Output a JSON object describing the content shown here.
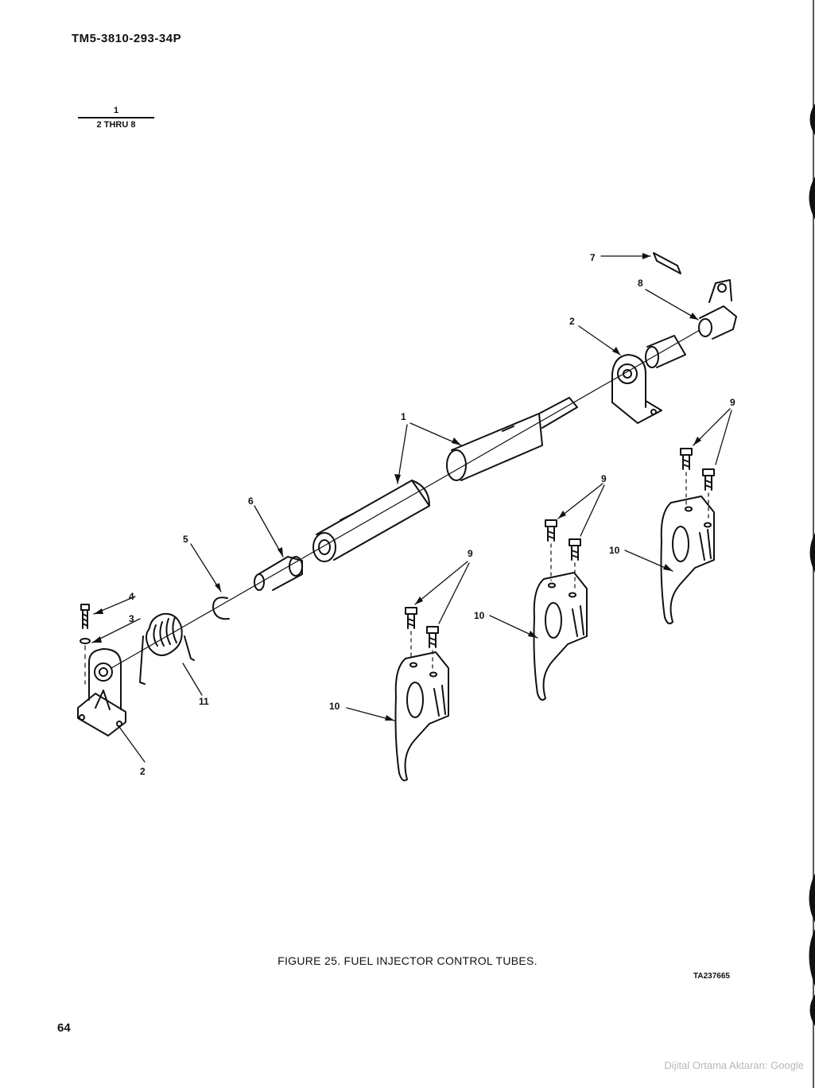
{
  "header": {
    "document_id": "TM5-3810-293-34P"
  },
  "legend": {
    "numerator": "1",
    "denominator": "2 THRU 8"
  },
  "callouts": [
    "1",
    "2",
    "2",
    "3",
    "4",
    "5",
    "6",
    "7",
    "8",
    "9",
    "9",
    "9",
    "10",
    "10",
    "10",
    "11"
  ],
  "art_code": "TA237665",
  "caption": "FIGURE 25. FUEL INJECTOR CONTROL TUBES.",
  "page_number": "64",
  "footer": {
    "watermark": "Dijital Ortama Aktaran: Google"
  }
}
